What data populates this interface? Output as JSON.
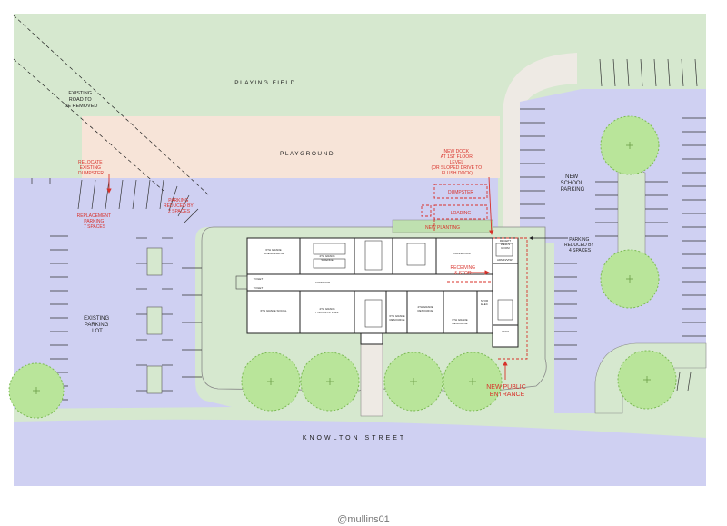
{
  "labels": {
    "playing_field": "PLAYING FIELD",
    "playground": "PLAYGROUND",
    "existing_road": [
      "EXISTING",
      "ROAD TO",
      "BE REMOVED"
    ],
    "relocate_dumpster": [
      "RELOCATE",
      "EXISTING",
      "DUMPSTER"
    ],
    "parking_reduced_2": [
      "PARKING",
      "REDUCED BY",
      "2 SPACES"
    ],
    "replacement_parking": [
      "REPLACEMENT",
      "PARKING",
      "7 SPACES"
    ],
    "new_dock": [
      "NEW DOCK",
      "AT 1ST FLOOR",
      "LEVEL",
      "(OR SLOPED DRIVE TO",
      "FLUSH DOCK)"
    ],
    "dumpster": "DUMPSTER",
    "loading": "LOADING",
    "new_planting": "NEW PLANTING",
    "new_school_parking": [
      "NEW",
      "SCHOOL",
      "PARKING"
    ],
    "parking_reduced_4": [
      "PARKING",
      "REDUCED BY",
      "4 SPACES"
    ],
    "existing_parking_lot": [
      "EXISTING",
      "PARKING",
      "LOT"
    ],
    "new_public_entrance": [
      "NEW PUBLIC",
      "ENTRANCE"
    ],
    "street": "KNOWLTON STREET",
    "receiving": [
      "RECEIVING",
      "& STOR."
    ]
  },
  "rooms": {
    "science_6": [
      "6TH GRADE",
      "SCIENCE/MATH"
    ],
    "science_4": [
      "4TH GRADE",
      "SCIENCE"
    ],
    "toilet_1": "TOILET",
    "toilet_2": "TOILET",
    "corridor": "CORRIDOR",
    "social_6": "6TH GRADE SOCIAL",
    "lang_arts": [
      "4TH GRADE",
      "LANGUAGE ARTS"
    ],
    "resource_a": [
      "6TH GRADE",
      "RESOURCE"
    ],
    "resource_b": [
      "4TH GRADE",
      "RESOURCE"
    ],
    "resource_c": [
      "6TH GRADE",
      "RESOURCE"
    ],
    "classroom": "CLASSROOM",
    "vest": "VEST",
    "stor": [
      "STOR",
      "ELEC"
    ],
    "office": [
      "RECEPT",
      "WELLS",
      "ROOM"
    ],
    "admin": "ADMIN/VISIT"
  },
  "watermark": "@mullins01",
  "colors": {
    "field": "#d6e8cf",
    "parking": "#cfd0f2",
    "playground": "#f7e4d8",
    "road": "#eeeae4",
    "tree": "#b9e59a",
    "red": "#d8312a"
  }
}
